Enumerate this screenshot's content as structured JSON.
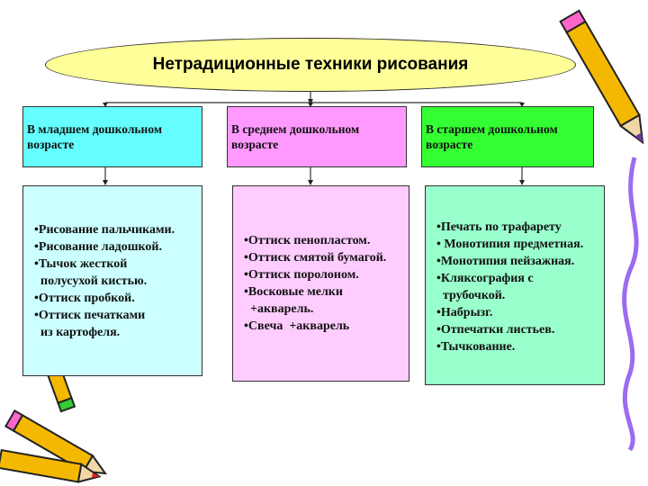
{
  "title": "Нетрадиционные техники рисования",
  "columns": [
    {
      "header": "В младшем дошкольном возрасте",
      "color": "#66ffff",
      "list_color": "#ccffff",
      "items": [
        "•Рисование пальчиками.",
        "•Рисование ладошкой.",
        "•Тычок жесткой",
        "  полусухой кистью.",
        "•Оттиск пробкой.",
        "•Оттиск печатками",
        "  из картофеля."
      ]
    },
    {
      "header": "В среднем дошкольном возрасте",
      "color": "#ff99ff",
      "list_color": "#ffccff",
      "items": [
        "•Оттиск пенопластом.",
        "•Оттиск смятой бумагой.",
        "•Оттиск поролоном.",
        "•Восковые мелки",
        "  +акварель.",
        "•Свеча  +акварель"
      ]
    },
    {
      "header": "В старшем дошкольном возрасте",
      "color": "#33ff33",
      "list_color": "#99ffcc",
      "items": [
        "•Печать по трафарету",
        "• Монотипия предметная.",
        "•Монотипия пейзажная.",
        "•Кляксография с",
        "  трубочкой.",
        "•Набрызг.",
        "•Отпечатки листьев.",
        "•Тычкование."
      ]
    }
  ]
}
